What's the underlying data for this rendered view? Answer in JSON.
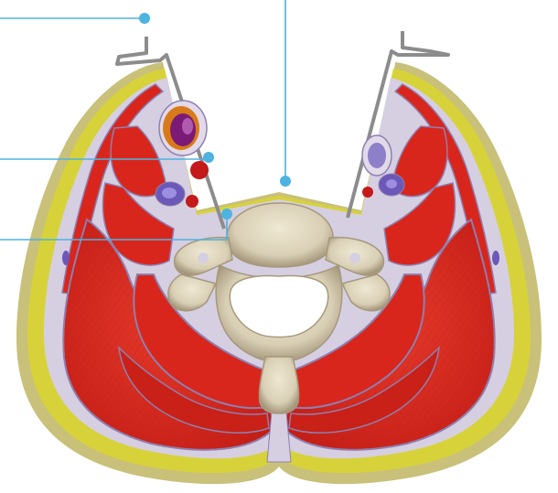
{
  "colors": {
    "background": "#ffffff",
    "skin": "#c9c07a",
    "fat": "#d7d23a",
    "muscle": "#d8261d",
    "muscle_dark": "#b51a14",
    "fascia": "#d6cfe2",
    "fascia_line": "#8d80b0",
    "bone": "#d8cfb5",
    "bone_shadow": "#a6987c",
    "artery": "#c41a1a",
    "vein": "#6b58b8",
    "jugular_vein": "#7c1b76",
    "fascia_sheet": "#8c8c8c",
    "leader_line": "#4db3e0"
  },
  "structures": [
    "skin",
    "subcutaneous-fat",
    "investing-fascia",
    "sternocleidomastoid",
    "carotid-sheath",
    "vertebra",
    "spinal-canal",
    "deep-back-muscles",
    "ligamentum-nuchae"
  ],
  "callouts": [
    {
      "id": "callout-1",
      "label": ""
    },
    {
      "id": "callout-2",
      "label": ""
    },
    {
      "id": "callout-3",
      "label": ""
    },
    {
      "id": "callout-4",
      "label": ""
    }
  ]
}
